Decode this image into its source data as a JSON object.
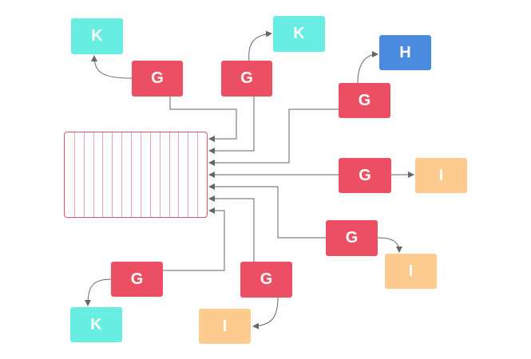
{
  "diagram": {
    "hub": {
      "label": "",
      "stripe_count": 14
    },
    "nodes": {
      "g1": "G",
      "g2": "G",
      "g3": "G",
      "g4": "G",
      "g5": "G",
      "g6": "G",
      "g7": "G",
      "k1": "K",
      "k2": "K",
      "k3": "K",
      "h1": "H",
      "i1": "I",
      "i2": "I",
      "i3": "I"
    },
    "colors": {
      "G": "#ec4e63",
      "K": "#67ede2",
      "H": "#4a8be0",
      "I": "#fdcb8d",
      "hub_border": "#e0526a",
      "hub_stripes": "#f2a3b0",
      "connector": "#666666"
    }
  }
}
